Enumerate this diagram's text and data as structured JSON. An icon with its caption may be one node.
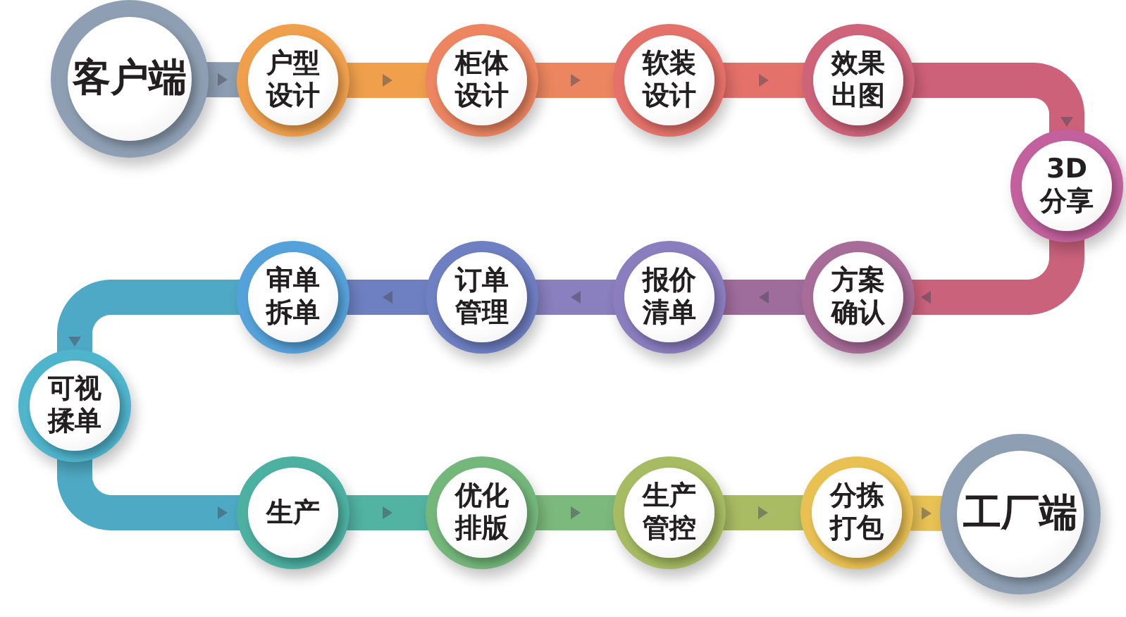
{
  "diagram": {
    "nodes": [
      {
        "text": [
          "客户端"
        ]
      },
      {
        "text": [
          "户型设计"
        ]
      },
      {
        "text": [
          "柜体设计"
        ]
      },
      {
        "text": [
          "软装设计"
        ]
      },
      {
        "text": [
          "效果出图"
        ]
      },
      {
        "text": [
          "3D分享"
        ]
      },
      {
        "text": [
          "方案确认"
        ]
      },
      {
        "text": [
          "报价清单"
        ]
      },
      {
        "text": [
          "订单管理"
        ]
      },
      {
        "text": [
          "审单拆单"
        ]
      },
      {
        "text": [
          "可视揉单"
        ]
      },
      {
        "text": [
          "生产"
        ]
      },
      {
        "text": [
          "优化排版"
        ]
      },
      {
        "text": [
          "生产管控"
        ]
      },
      {
        "text": [
          "分拣打包"
        ]
      },
      {
        "text": [
          "工厂端"
        ]
      }
    ],
    "edges": [
      {
        "from": 0,
        "to": 1,
        "arrow": "to",
        "color": "#8d9db2"
      },
      {
        "from": 1,
        "to": 2,
        "arrow": "to",
        "color": "#f0a04c"
      },
      {
        "from": 2,
        "to": 3,
        "arrow": "to",
        "color": "#ec8660"
      },
      {
        "from": 3,
        "to": 4,
        "arrow": "to",
        "color": "#e4716a"
      },
      {
        "from": 4,
        "to": 5,
        "arrow": "to",
        "color": "#cd6179"
      },
      {
        "from": 5,
        "to": 6,
        "arrow": "to",
        "color": "#cb627c"
      },
      {
        "from": 6,
        "to": 7,
        "arrow": "to",
        "color": "#9f6d9c"
      },
      {
        "from": 7,
        "to": 8,
        "arrow": "to",
        "color": "#8a7fbf"
      },
      {
        "from": 8,
        "to": 9,
        "arrow": "to",
        "color": "#6e80c2"
      },
      {
        "from": 9,
        "to": 10,
        "arrow": "to",
        "color": "#4ea9c6"
      },
      {
        "from": 10,
        "to": 11,
        "arrow": "to",
        "color": "#4eaac4"
      },
      {
        "from": 11,
        "to": 12,
        "arrow": "to",
        "color": "#52b3a3"
      },
      {
        "from": 12,
        "to": 13,
        "arrow": "to",
        "color": "#7cb97c"
      },
      {
        "from": 13,
        "to": 14,
        "arrow": "to",
        "color": "#a9bc64"
      },
      {
        "from": 14,
        "to": 15,
        "arrow": "to",
        "color": "#e8c255"
      }
    ]
  }
}
